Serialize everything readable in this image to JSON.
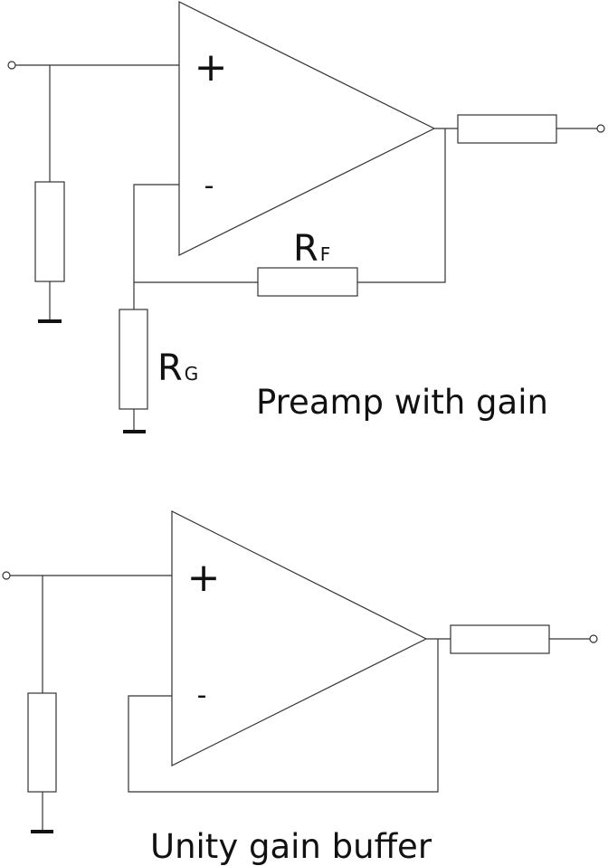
{
  "preamp": {
    "plus": "+",
    "minus": "-",
    "rf": {
      "main": "R",
      "sub": "F"
    },
    "rg": {
      "main": "R",
      "sub": "G"
    },
    "caption": "Preamp with gain"
  },
  "buffer": {
    "plus": "+",
    "minus": "-",
    "caption": "Unity gain buffer"
  }
}
